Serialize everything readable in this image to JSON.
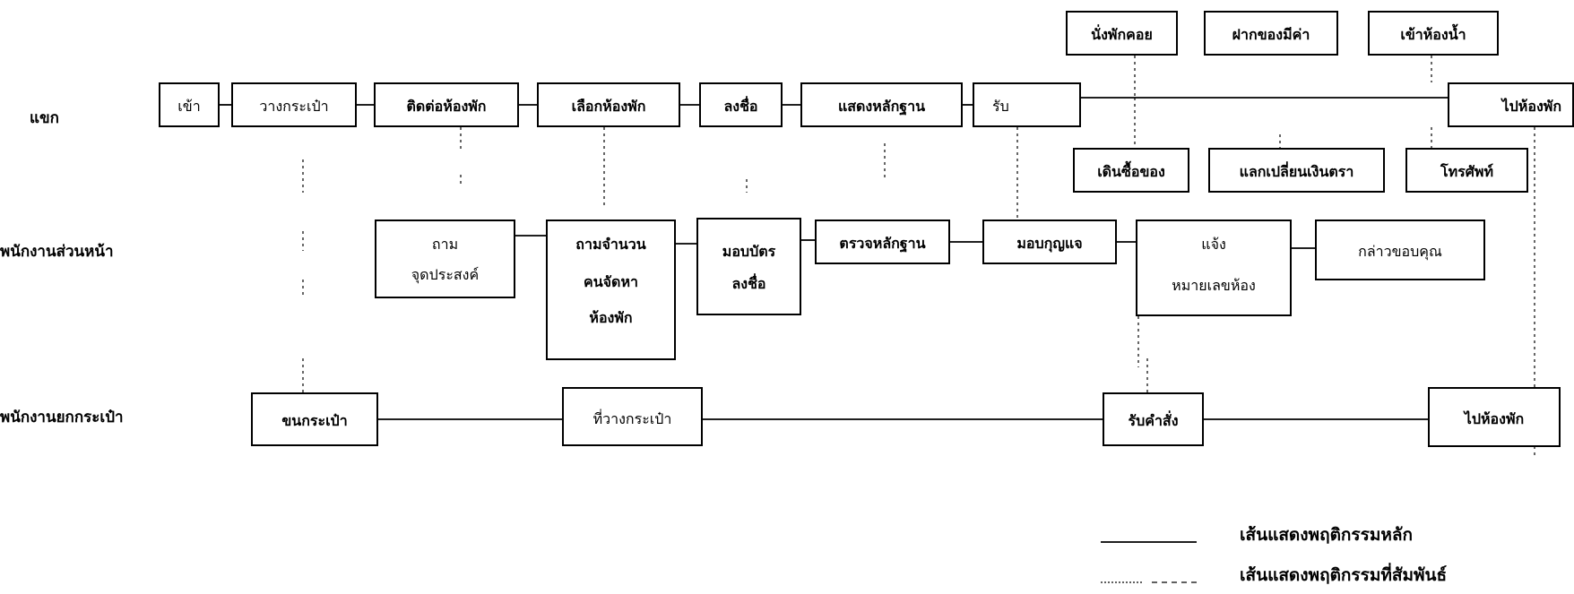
{
  "rows": {
    "guest": "แขก",
    "front_staff": "พนักงานส่วนหน้า",
    "bellboy": "พนักงานยกกระเป๋า"
  },
  "guest_steps": [
    "เข้า",
    "วางกระเป๋า",
    "ติดต่อห้องพัก",
    "เลือกห้องพัก",
    "ลงชื่อ",
    "แสดงหลักฐาน",
    "รับ",
    "ไปห้องพัก"
  ],
  "guest_optional_top": [
    "นั่งพักคอย",
    "ฝากของมีค่า",
    "เข้าห้องน้ำ"
  ],
  "guest_optional_bottom": [
    "เดินซื้อของ",
    "แลกเปลี่ยนเงินตรา",
    "โทรศัพท์"
  ],
  "front_steps": [
    [
      "ถาม",
      "จุดประสงค์"
    ],
    [
      "ถามจำนวน",
      "คนจัดหา",
      "ห้องพัก"
    ],
    [
      "มอบบัตร",
      "ลงชื่อ"
    ],
    [
      "ตรวจหลักฐาน"
    ],
    [
      "มอบกุญแจ"
    ],
    [
      "แจ้ง",
      "หมายเลขห้อง"
    ],
    [
      "กล่าวขอบคุณ"
    ]
  ],
  "bell_steps": [
    "ขนกระเป๋า",
    "ที่วางกระเป๋า",
    "รับคำสั่ง",
    "ไปห้องพัก"
  ],
  "legend": {
    "main": "เส้นแสดงพฤติกรรมหลัก",
    "related": "เส้นแสดงพฤติกรรมที่สัมพันธ์"
  }
}
